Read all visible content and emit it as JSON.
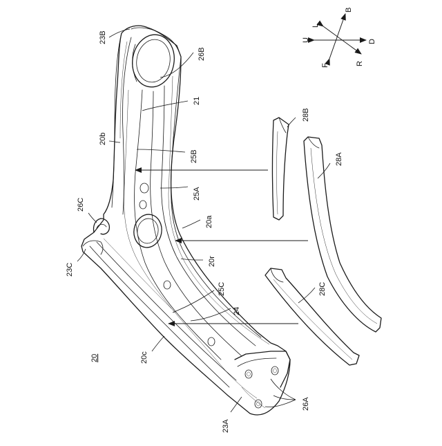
{
  "figure_ref": "20",
  "compass": {
    "U": "U",
    "L": "L",
    "B": "B",
    "D": "D",
    "F": "F",
    "R": "R"
  },
  "labels": {
    "l23B": "23B",
    "l26B": "26B",
    "l21": "21",
    "l28B": "28B",
    "l28A": "28A",
    "l20b": "20b",
    "l25B": "25B",
    "l25A": "25A",
    "l26C": "26C",
    "l20a": "20a",
    "l20r": "20r",
    "l23C": "23C",
    "l25C": "25C",
    "l24": "24",
    "l28C": "28C",
    "l20c": "20c",
    "l23A": "23A",
    "l26A": "26A"
  }
}
